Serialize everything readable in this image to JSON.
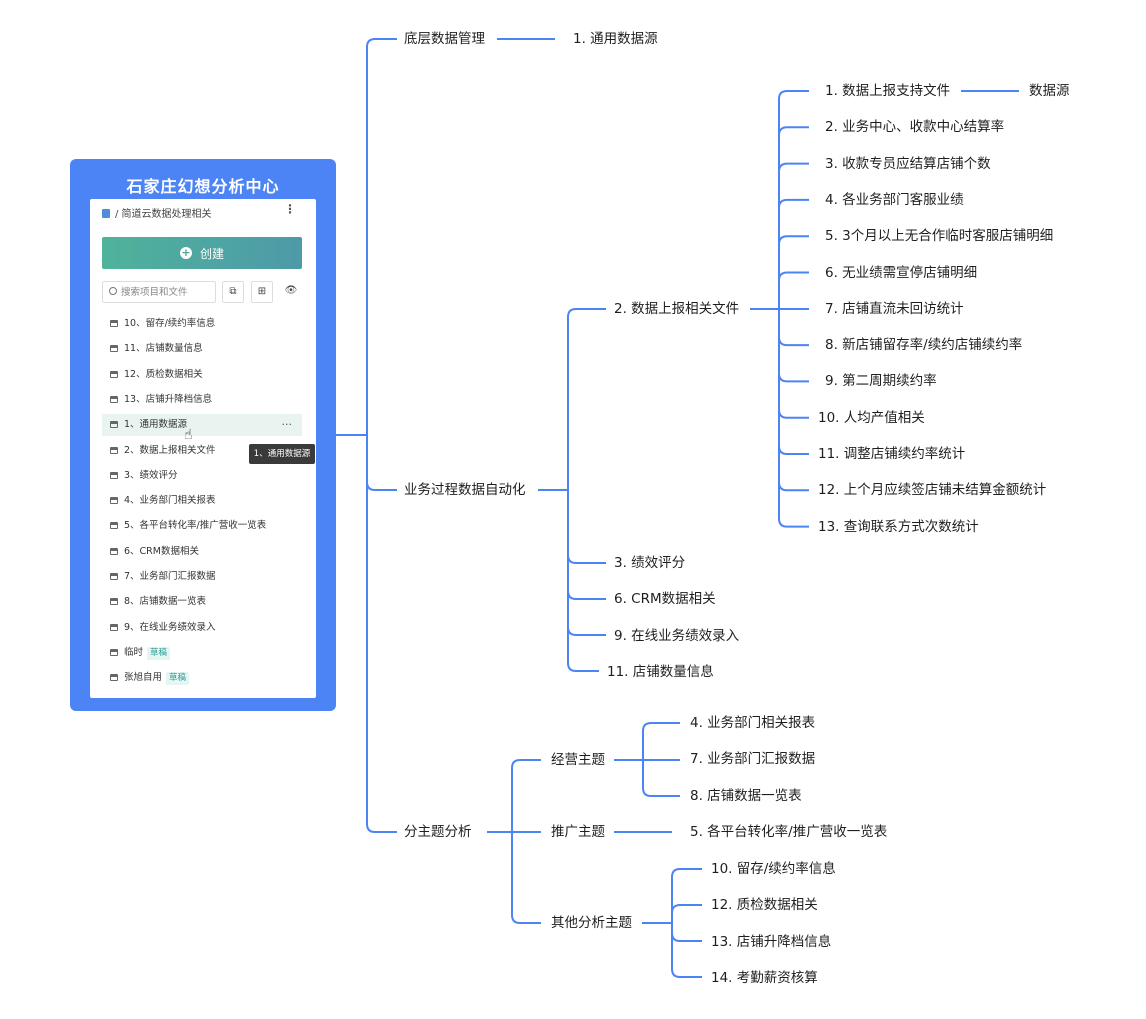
{
  "root": {
    "title": "石家庄幻想分析中心",
    "breadcrumb": "/ 简道云数据处理相关",
    "more": "⋮",
    "create_label": "创建",
    "search_placeholder": "搜索项目和文件",
    "tooltip": "1、通用数据源",
    "items": [
      {
        "label": "10、留存/续约率信息"
      },
      {
        "label": "11、店铺数量信息"
      },
      {
        "label": "12、质检数据相关"
      },
      {
        "label": "13、店铺升降档信息"
      },
      {
        "label": "1、通用数据源",
        "dots": "···"
      },
      {
        "label": "2、数据上报相关文件"
      },
      {
        "label": "3、绩效评分"
      },
      {
        "label": "4、业务部门相关报表"
      },
      {
        "label": "5、各平台转化率/推广营收一览表"
      },
      {
        "label": "6、CRM数据相关"
      },
      {
        "label": "7、业务部门汇报数据"
      },
      {
        "label": "8、店铺数据一览表"
      },
      {
        "label": "9、在线业务绩效录入"
      },
      {
        "label": "临时",
        "badge": "草稿"
      },
      {
        "label": "张旭自用",
        "badge": "草稿"
      }
    ],
    "line_color": "#4d84f5"
  },
  "branches": {
    "b1": {
      "label": "底层数据管理",
      "child": "1. 通用数据源"
    },
    "b2": {
      "label": "业务过程数据自动化",
      "report_files": "2. 数据上报相关文件",
      "report_items": [
        "1. 数据上报支持文件",
        "2. 业务中心、收款中心结算率",
        "3. 收款专员应结算店铺个数",
        "4. 各业务部门客服业绩",
        "5. 3个月以上无合作临时客服店铺明细",
        "6. 无业绩需宣停店铺明细",
        "7. 店铺直流未回访统计",
        "8. 新店铺留存率/续约店铺续约率",
        "9. 第二周期续约率",
        "10. 人均产值相关",
        "11. 调整店铺续约率统计",
        "12. 上个月应续签店铺未结算金额统计",
        "13. 查询联系方式次数统计"
      ],
      "data_source": "数据源",
      "others": [
        "3. 绩效评分",
        "6. CRM数据相关",
        "9. 在线业务绩效录入",
        "11. 店铺数量信息"
      ]
    },
    "b3": {
      "label": "分主题分析",
      "ops": {
        "label": "经营主题",
        "items": [
          "4. 业务部门相关报表",
          "7. 业务部门汇报数据",
          "8. 店铺数据一览表"
        ]
      },
      "promo": {
        "label": "推广主题",
        "item": "5. 各平台转化率/推广营收一览表"
      },
      "other": {
        "label": "其他分析主题",
        "items": [
          "10. 留存/续约率信息",
          "12. 质检数据相关",
          "13. 店铺升降档信息",
          "14. 考勤薪资核算"
        ]
      }
    }
  }
}
